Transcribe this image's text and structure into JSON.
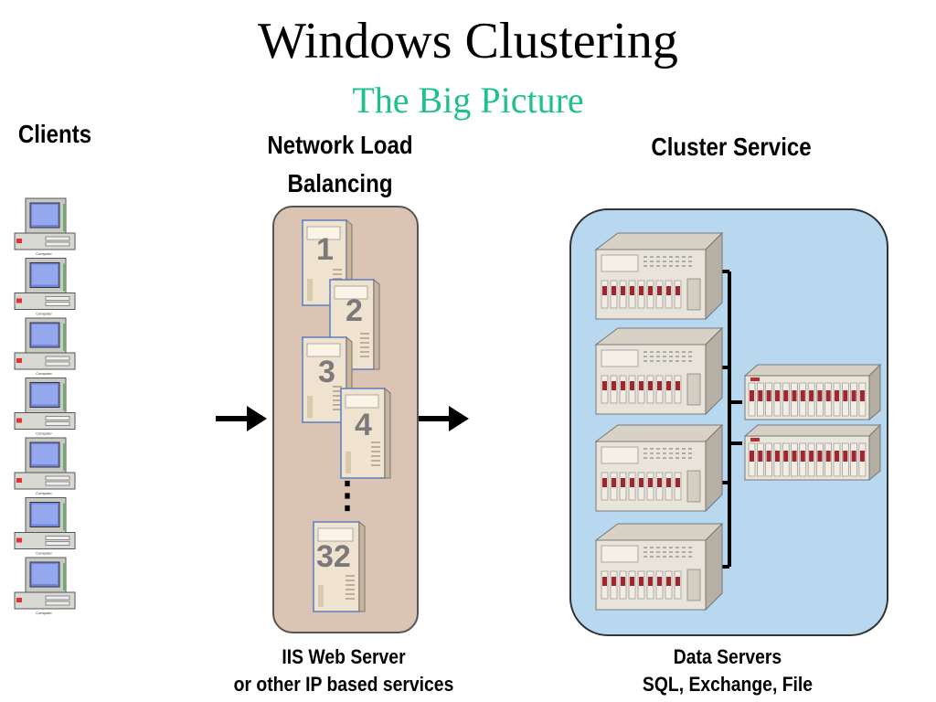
{
  "slide": {
    "title": "Windows Clustering",
    "subtitle": "The Big Picture"
  },
  "colors": {
    "subtitle": "#1fbf8f",
    "nlb_panel": "#dcc4b4",
    "cluster_panel": "#b8d8f0"
  },
  "clients": {
    "label": "Clients",
    "computer_caption": "Computer",
    "count": 7
  },
  "nlb": {
    "label_line1": "Network Load",
    "label_line2": "Balancing",
    "server_numbers": [
      "1",
      "2",
      "3",
      "4",
      "32"
    ],
    "ellipsis": "⋮",
    "caption_line1": "IIS Web Server",
    "caption_line2": "or other IP based services"
  },
  "cluster": {
    "label": "Cluster Service",
    "node_count": 4,
    "storage_count": 2,
    "caption_line1": "Data Servers",
    "caption_line2": "SQL, Exchange, File"
  },
  "arrows": [
    "arrow-in",
    "arrow-out"
  ]
}
